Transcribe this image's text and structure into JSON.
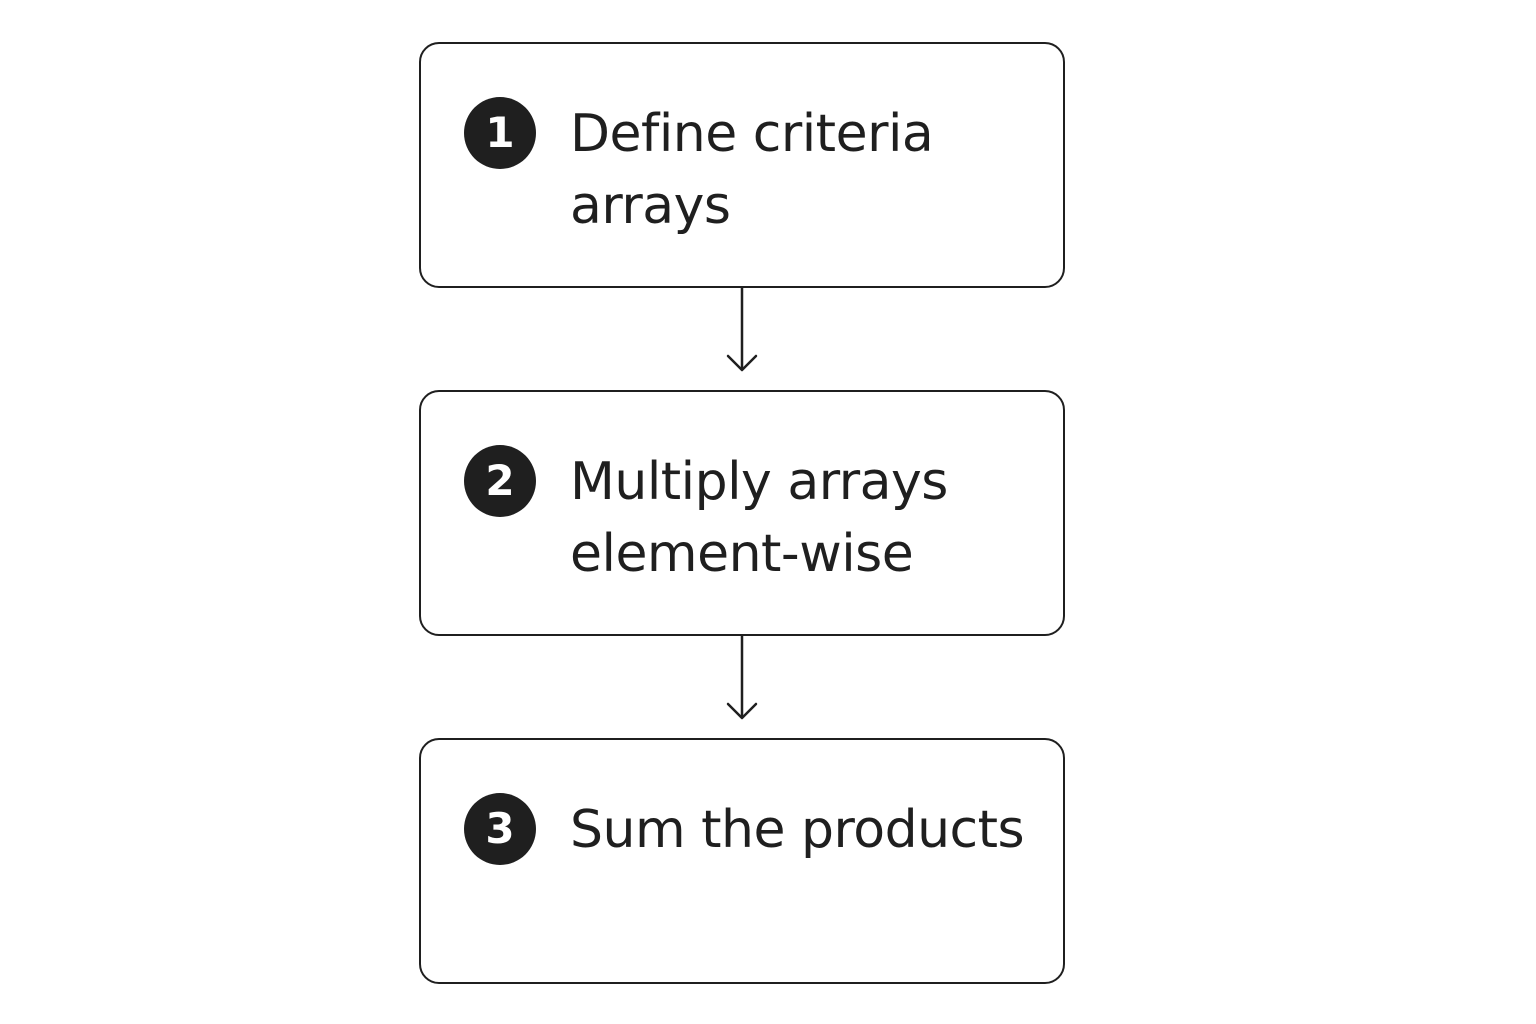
{
  "steps": [
    {
      "number": "1",
      "label": "Define criteria arrays"
    },
    {
      "number": "2",
      "label": "Multiply arrays element-wise"
    },
    {
      "number": "3",
      "label": "Sum the products"
    }
  ],
  "colors": {
    "stroke": "#1f1f1f",
    "badge_fill": "#1f1f1f",
    "badge_text": "#ffffff",
    "background": "#ffffff"
  },
  "icons": {
    "connector": "arrow-down-icon"
  }
}
